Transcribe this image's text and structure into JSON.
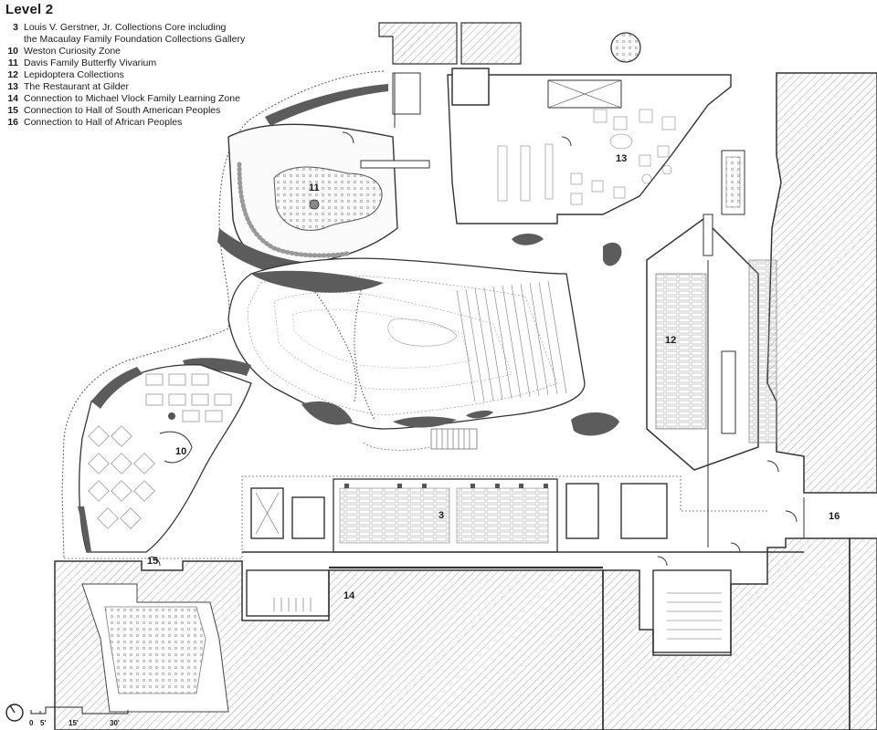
{
  "title": "Level 2",
  "legend": [
    {
      "num": "3",
      "text": "Louis V. Gerstner, Jr. Collections Core including",
      "cont": "the Macaulay Family Foundation Collections Gallery"
    },
    {
      "num": "10",
      "text": "Weston Curiosity Zone"
    },
    {
      "num": "11",
      "text": "Davis Family Butterfly Vivarium"
    },
    {
      "num": "12",
      "text": "Lepidoptera Collections"
    },
    {
      "num": "13",
      "text": "The Restaurant at Gilder"
    },
    {
      "num": "14",
      "text": "Connection to Michael Vlock Family Learning Zone"
    },
    {
      "num": "15",
      "text": "Connection to Hall of South American Peoples"
    },
    {
      "num": "16",
      "text": "Connection to Hall of African Peoples"
    }
  ],
  "plan_labels": {
    "l3": "3",
    "l10": "10",
    "l11": "11",
    "l12": "12",
    "l13": "13",
    "l14": "14",
    "l15": "15",
    "l16": "16"
  },
  "scale": {
    "t0": "0",
    "t5": "5'",
    "t15": "15'",
    "t30": "30'"
  },
  "colors": {
    "wall": "#5c5c5c",
    "line": "#333333",
    "hatch": "#8a8a8a",
    "dashed": "#555555"
  }
}
